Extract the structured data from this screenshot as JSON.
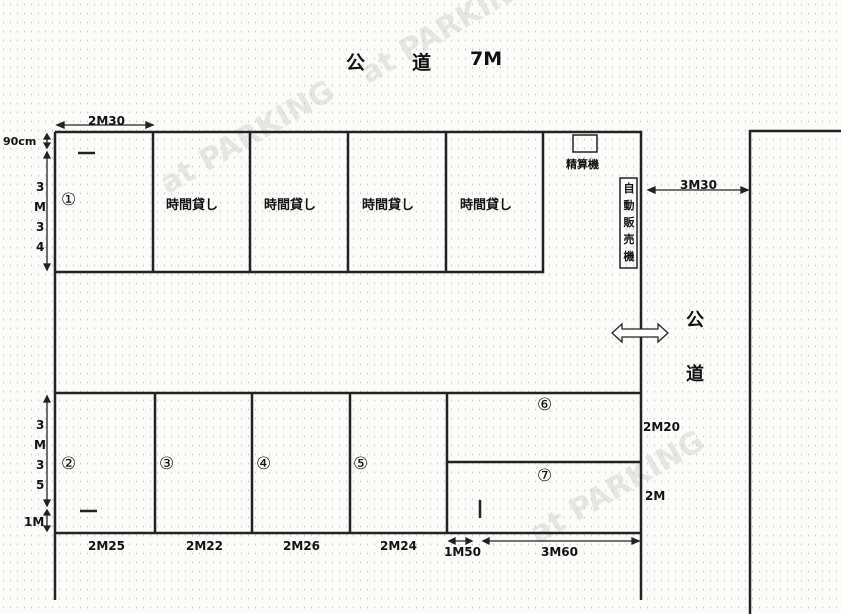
{
  "title": {
    "road": "公",
    "road2": "道",
    "width": "7M"
  },
  "side_road": {
    "char1": "公",
    "char2": "道"
  },
  "dimensions": {
    "top_width": "2M30",
    "setback": "90cm",
    "top_depth": [
      "3",
      "M",
      "3",
      "4"
    ],
    "bottom_depth": [
      "3",
      "M",
      "3",
      "5"
    ],
    "bottom_setback": "1M",
    "side_gap": "3M30",
    "spot6_width": "2M20",
    "spot7_width": "2M",
    "bottom_widths": [
      "2M25",
      "2M22",
      "2M26",
      "2M24"
    ],
    "gap": "1M50",
    "long_width": "3M60"
  },
  "spots": {
    "s1": "①",
    "s2": "②",
    "s3": "③",
    "s4": "④",
    "s5": "⑤",
    "s6": "⑥",
    "s7": "⑦",
    "hourly": [
      "時間貸し",
      "時間貸し",
      "時間貸し",
      "時間貸し"
    ]
  },
  "facilities": {
    "payment": "精算機",
    "vending": [
      "自",
      "動",
      "販",
      "売",
      "機"
    ]
  },
  "watermark": "at PARKING"
}
